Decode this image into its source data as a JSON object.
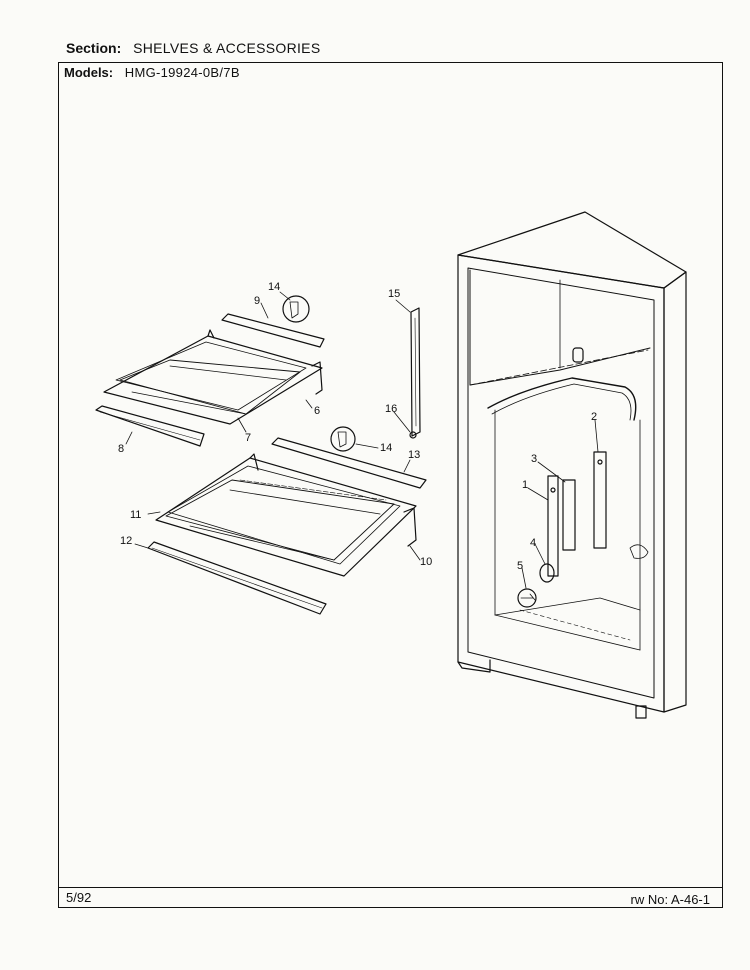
{
  "header": {
    "section_label": "Section:",
    "section_value": "SHELVES & ACCESSORIES",
    "models_label": "Models:",
    "models_value": "HMG-19924-0B/7B"
  },
  "footer": {
    "date": "5/92",
    "drawing_number": "rw No: A-46-1"
  },
  "callouts": [
    {
      "id": "c1",
      "label": "1"
    },
    {
      "id": "c2",
      "label": "2"
    },
    {
      "id": "c3",
      "label": "3"
    },
    {
      "id": "c4",
      "label": "4"
    },
    {
      "id": "c5",
      "label": "5"
    },
    {
      "id": "c6",
      "label": "6"
    },
    {
      "id": "c7",
      "label": "7"
    },
    {
      "id": "c8",
      "label": "8"
    },
    {
      "id": "c9",
      "label": "9"
    },
    {
      "id": "c10",
      "label": "10"
    },
    {
      "id": "c11",
      "label": "11"
    },
    {
      "id": "c12",
      "label": "12"
    },
    {
      "id": "c13",
      "label": "13"
    },
    {
      "id": "c14a",
      "label": "14"
    },
    {
      "id": "c14b",
      "label": "14"
    },
    {
      "id": "c15",
      "label": "15"
    },
    {
      "id": "c16",
      "label": "16"
    }
  ]
}
